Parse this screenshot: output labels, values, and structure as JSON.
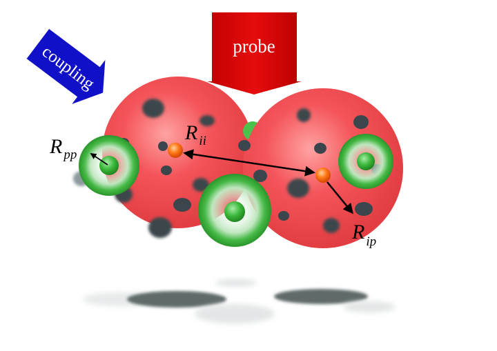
{
  "arrows": {
    "coupling": {
      "label": "coupling",
      "color": "#1010c8",
      "text_color": "#ffffff"
    },
    "probe": {
      "label": "probe",
      "color": "#d50000",
      "text_color": "#ffffff"
    }
  },
  "labels": {
    "r_pp": {
      "main": "R",
      "sub": "pp"
    },
    "r_ii": {
      "main": "R",
      "sub": "ii"
    },
    "r_ip": {
      "main": "R",
      "sub": "ip"
    }
  },
  "colors": {
    "large_sphere": "#f0474c",
    "small_sphere": "#2fae2f",
    "ion": "#ff6a10",
    "dark_spot": "#3a464b"
  }
}
